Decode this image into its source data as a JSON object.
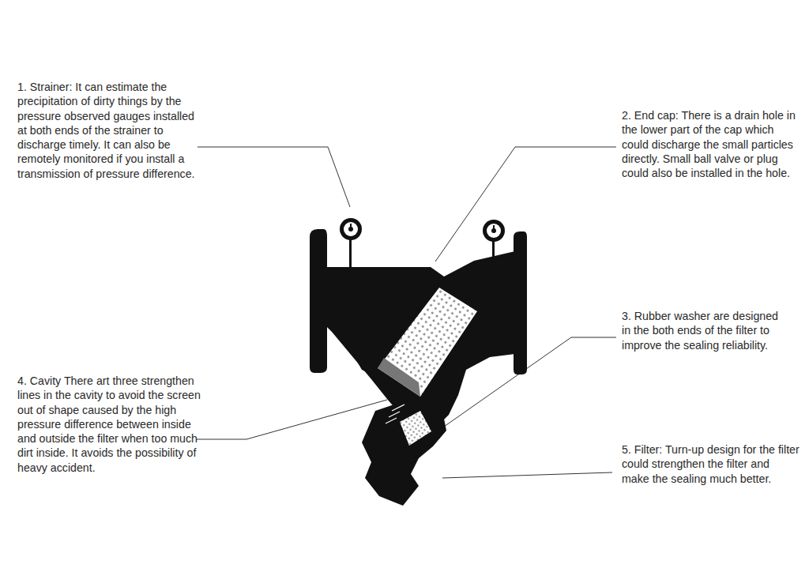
{
  "diagram": {
    "labels": [
      "1. Strainer: It can estimate the precipitation of dirty things by the pressure observed gauges installed at both ends of the strainer to discharge timely. It can also be remotely monitored if you install a transmission of pressure difference.",
      "2. End cap: There is a drain hole in the lower part of the cap which could discharge the small particles directly. Small ball valve or plug could also be installed in the hole.",
      "3. Rubber washer are designed in the both ends of the filter to improve the sealing reliability.",
      "4. Cavity There art three strengthen lines in the cavity to avoid the screen out of shape caused by the high pressure difference between inside and outside the filter when too much dirt inside. It avoids the possibility of heavy accident.",
      "5. Filter: Turn-up design for the filter could strengthen the filter and make the sealing much better."
    ]
  }
}
